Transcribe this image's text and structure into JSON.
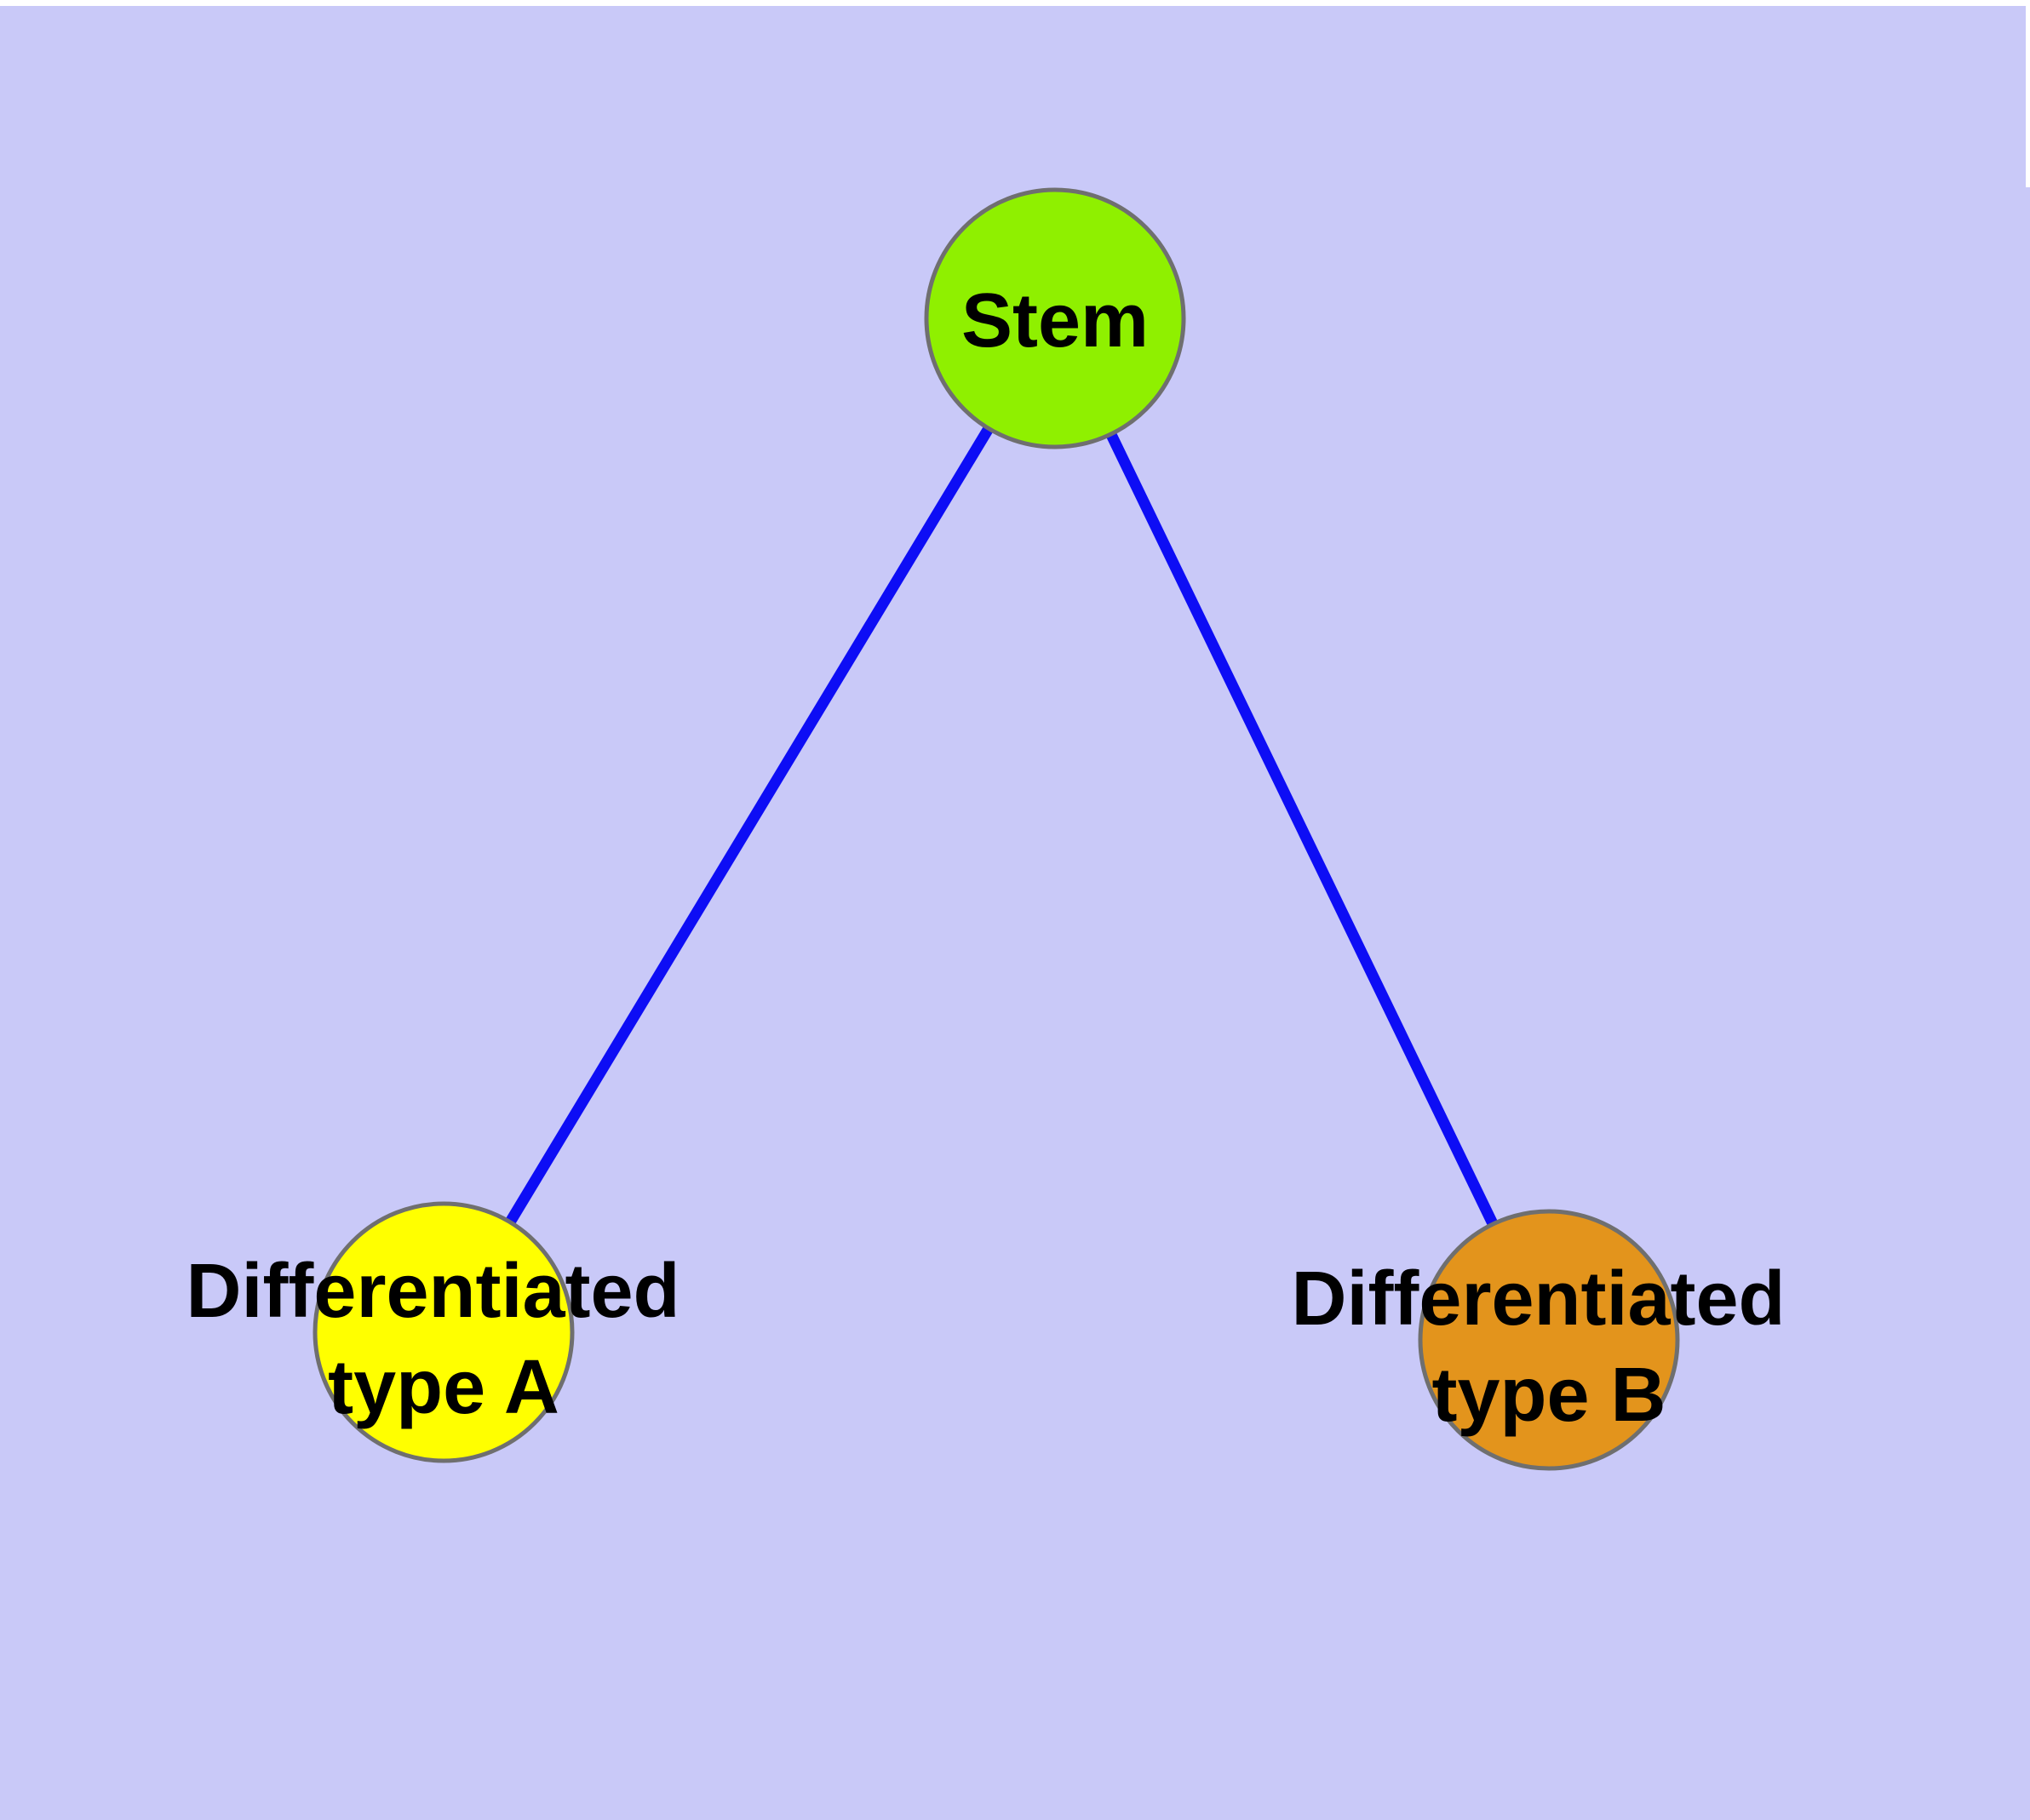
{
  "canvas": {
    "background_color": "#C9C9F8",
    "frame_color": "#FFFFFF"
  },
  "node_style": {
    "border_color": "#6F6F6F",
    "label_color": "#000000"
  },
  "nodes": {
    "stem": {
      "label": "Stem",
      "fill": "#8FF000"
    },
    "type_a": {
      "label_line1": "Differentiated",
      "label_line2": "type A",
      "fill": "#FFFF00"
    },
    "type_b": {
      "label_line1": "Differentiated",
      "label_line2": "type B",
      "fill": "#E3941C"
    }
  },
  "edges": {
    "color": "#0D0DF5",
    "items": [
      {
        "from": "Stem",
        "to": "Differentiated type A"
      },
      {
        "from": "Stem",
        "to": "Differentiated type B"
      }
    ]
  }
}
